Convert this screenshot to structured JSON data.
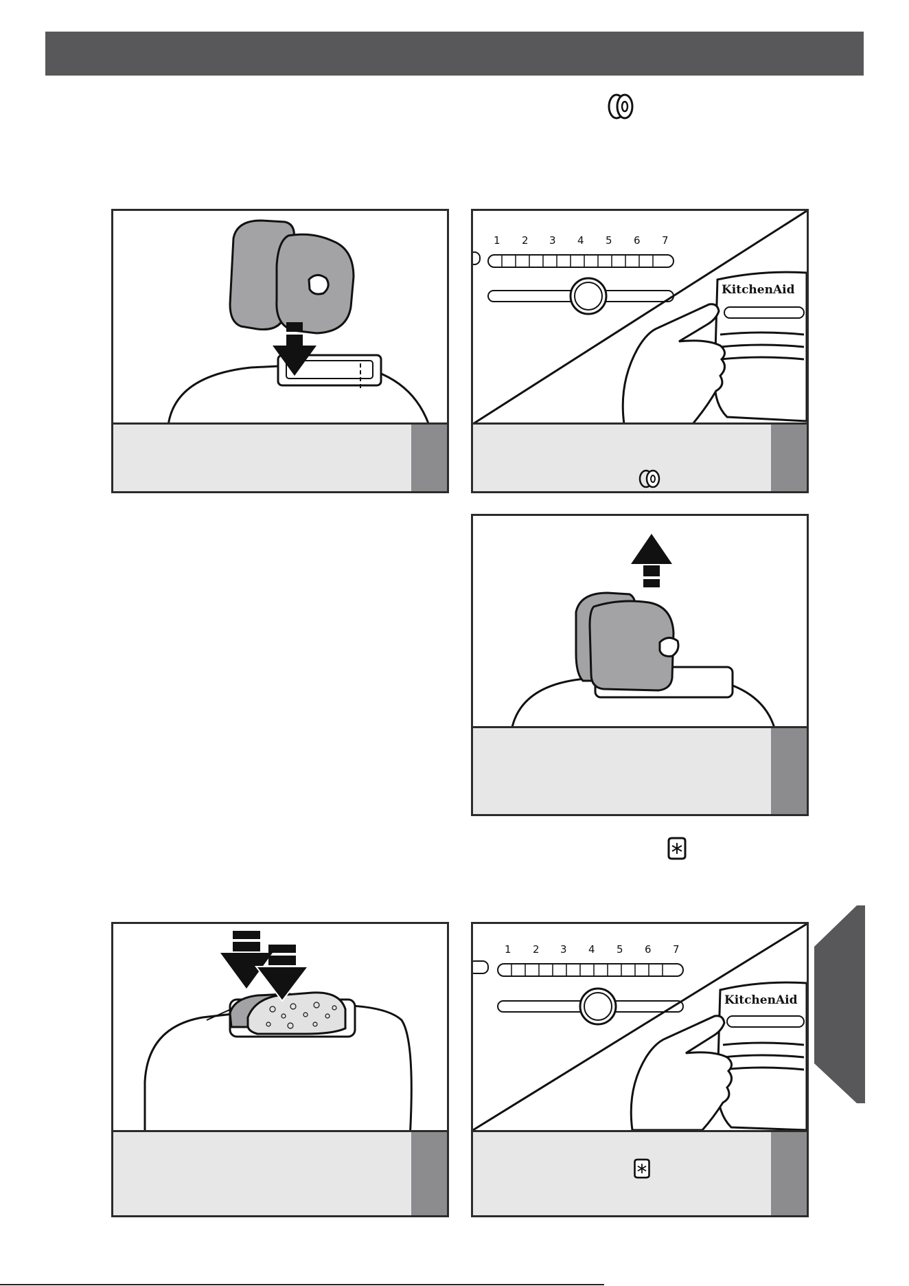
{
  "header": {
    "label": ""
  },
  "icons": {
    "bagel_icon": "bagel-icon",
    "frozen_icon": "frozen-icon"
  },
  "panels": [
    {
      "id": "insert-bagel",
      "caption": ""
    },
    {
      "id": "press-bagel-button",
      "caption": "",
      "control_numbers": [
        "1",
        "2",
        "3",
        "4",
        "5",
        "6",
        "7"
      ],
      "brand": "KitchenAid"
    },
    {
      "id": "remove-bagel",
      "caption": ""
    },
    {
      "id": "insert-frozen-bread",
      "caption": ""
    },
    {
      "id": "press-frozen-button",
      "caption": "",
      "control_numbers": [
        "1",
        "2",
        "3",
        "4",
        "5",
        "6",
        "7"
      ],
      "brand": "KitchenAid"
    }
  ],
  "colors": {
    "header": "#58585a",
    "caption_bg": "#e7e7e8",
    "caption_tab": "#8c8c8e",
    "illustration_fill": "#a3a3a5",
    "side_tab": "#58585a"
  }
}
